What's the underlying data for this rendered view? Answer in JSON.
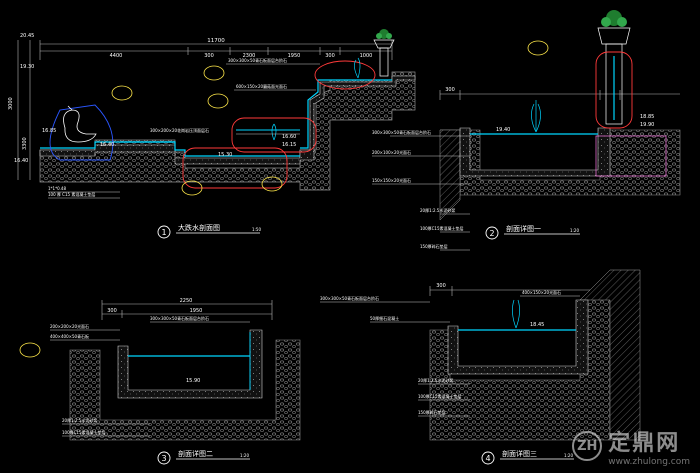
{
  "colors": {
    "bg": "#000000",
    "water": "#00d5ff",
    "dim": "#b5b5b5",
    "text": "#ffffff",
    "yellow": "#ffe84a",
    "red": "#ff3a3a",
    "leader": "#c8c8c8",
    "blue": "#2a56ff",
    "magenta": "#ff7be8",
    "ground": "#6d6d6d"
  },
  "views": [
    {
      "num": "1",
      "title": "大跌水剖面图",
      "scale": "1:50"
    },
    {
      "num": "2",
      "title": "剖面详图一",
      "scale": "1:20"
    },
    {
      "num": "3",
      "title": "剖面详图二",
      "scale": "1:20"
    },
    {
      "num": "4",
      "title": "剖面详图三",
      "scale": "1:20"
    }
  ],
  "view1": {
    "total_dim": "11700",
    "dims": [
      "4400",
      "300",
      "2300",
      "1950",
      "300",
      "1000"
    ],
    "left_dims": [
      "20.45",
      "19.30",
      "3000",
      "3300"
    ],
    "elevations": [
      "16.85",
      "16.40",
      "16.60",
      "15.30",
      "16.15",
      "16.40"
    ],
    "notes": [
      "300×300×50青石板面层台阶石",
      "600×150×20蘑菇面光面石",
      "300×200×20花岗岩压顶面层石",
      "1*1*0.48",
      "100 厚 C15 素混凝土垫层"
    ]
  },
  "view2": {
    "dims": [
      "300"
    ],
    "elevations": [
      "19.40",
      "19.90",
      "18.85"
    ],
    "notes": [
      "300×300×50青石板面层台阶石",
      "200×100×20光面石",
      "150×150×20光面石",
      "20厚1:2.5水泥砂浆",
      "100厚C15素混凝土垫层",
      "150厚碎石垫层"
    ]
  },
  "view3": {
    "dims": [
      "2250",
      "300",
      "1950"
    ],
    "elevations": [
      "15.90"
    ],
    "notes": [
      "300×300×50青石板面层台阶石",
      "200×200×20光面石",
      "400×400×50青石板",
      "20厚1:2.5水泥砂浆",
      "100厚C15素混凝土垫层"
    ]
  },
  "view4": {
    "dims": [
      "300"
    ],
    "elevations": [
      "18.45"
    ],
    "notes": [
      "300×300×50青石板面层台阶石",
      "400×150×20光面石",
      "50厚细石混凝土",
      "20厚1:2.5水泥砂浆",
      "100厚C15素混凝土垫层",
      "150厚碎石垫层"
    ]
  },
  "watermark": {
    "logo": "ZH",
    "brand": "定鼎网",
    "url": "www.zhulong.com"
  }
}
